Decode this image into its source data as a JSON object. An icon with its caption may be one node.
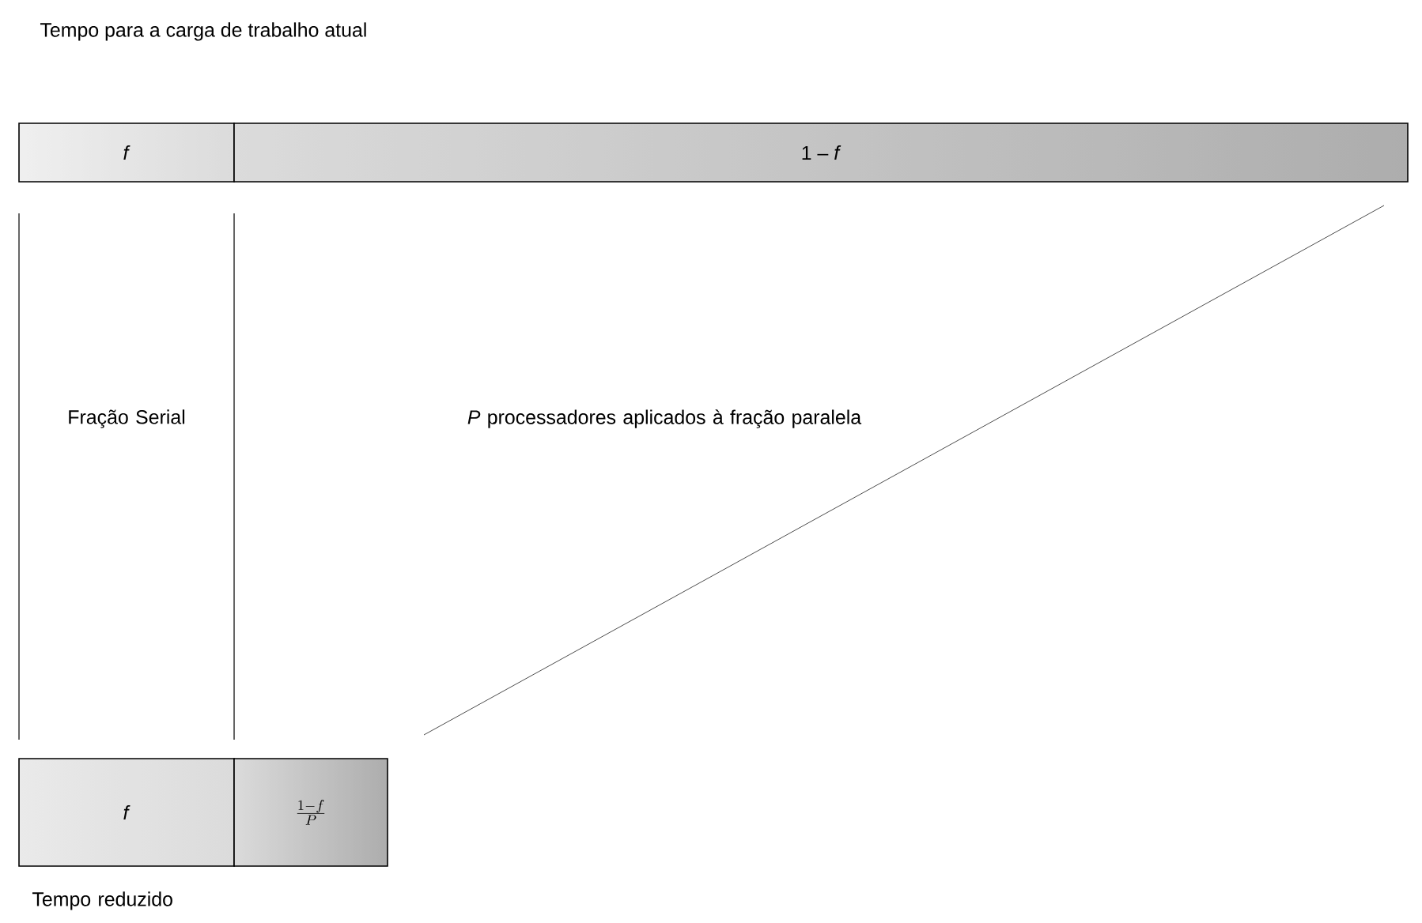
{
  "diagram": {
    "title": "Tempo para a carga de trabalho atual",
    "nodes": [
      {
        "text": [
          "*f*"
        ]
      },
      {
        "text": [
          "1 – *f*"
        ]
      },
      {
        "text": [
          "*f*"
        ]
      },
      {
        "text": [
          "\\frac{1-f}{P}"
        ]
      }
    ],
    "labels": [
      "Fração Serial",
      "*P* processadores aplicados à fração paralela",
      "Tempo reduzido"
    ]
  }
}
